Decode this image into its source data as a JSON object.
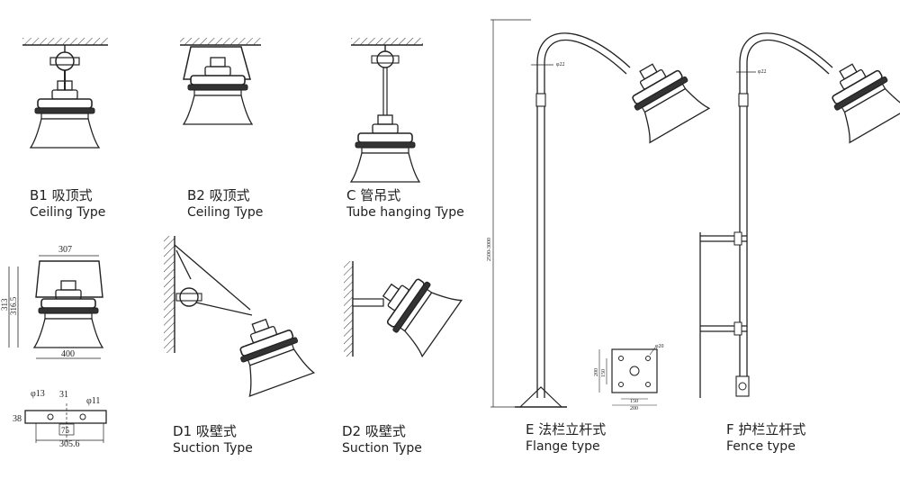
{
  "captions": {
    "b1": {
      "cn": "B1 吸顶式",
      "en": "Ceiling  Type"
    },
    "b2": {
      "cn": "B2 吸顶式",
      "en": "Ceiling  Type"
    },
    "c": {
      "cn": "C 管吊式",
      "en": "Tube hanging Type"
    },
    "d1": {
      "cn": "D1 吸壁式",
      "en": "Suction Type"
    },
    "d2": {
      "cn": "D2 吸壁式",
      "en": "Suction Type"
    },
    "e": {
      "cn": "E 法栏立杆式",
      "en": "Flange type"
    },
    "f": {
      "cn": "F 护栏立杆式",
      "en": "Fence type"
    }
  },
  "dimensions": {
    "width_top": "307",
    "height_outer": "313",
    "height_inner": "316.5",
    "width_bottom": "400",
    "base_hole1": "φ13",
    "base_pitch": "31",
    "base_hole2": "φ11",
    "base_height": "38",
    "base_center": "75",
    "base_length": "305.6",
    "pipe_e": "φ22",
    "pipe_f": "φ22",
    "pole_height": "2500-3000",
    "flange_hole": "φ20",
    "flange_a": "200",
    "flange_b": "150",
    "flange_c": "150",
    "flange_d": "200"
  }
}
